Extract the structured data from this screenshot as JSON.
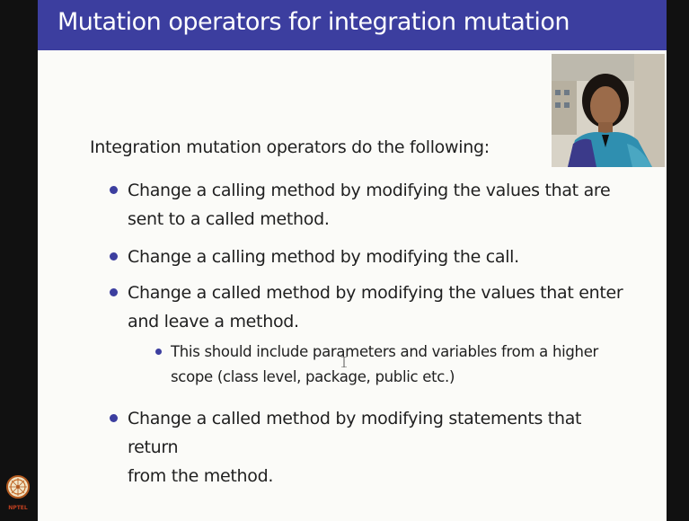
{
  "slide": {
    "title": "Mutation operators for integration mutation",
    "intro": "Integration mutation operators do the following:",
    "points": [
      {
        "lines": [
          "Change a calling method by modifying the values that are",
          "sent to a called method."
        ]
      },
      {
        "lines": [
          "Change a calling method by modifying the call."
        ]
      },
      {
        "lines": [
          "Change a called method by modifying the values that enter",
          "and leave a method."
        ]
      },
      {
        "lines": [
          "Change a called method by modifying statements that return",
          "from the method."
        ]
      }
    ],
    "sub_point": {
      "lines": [
        "This should include parameters and variables from a higher",
        "scope (class level, package, public etc.)"
      ]
    }
  },
  "logo": {
    "text": "NPTEL"
  },
  "colors": {
    "title_bar": "#3c3e9f",
    "bullet": "#3c3e9f",
    "background": "#fbfbf8"
  }
}
